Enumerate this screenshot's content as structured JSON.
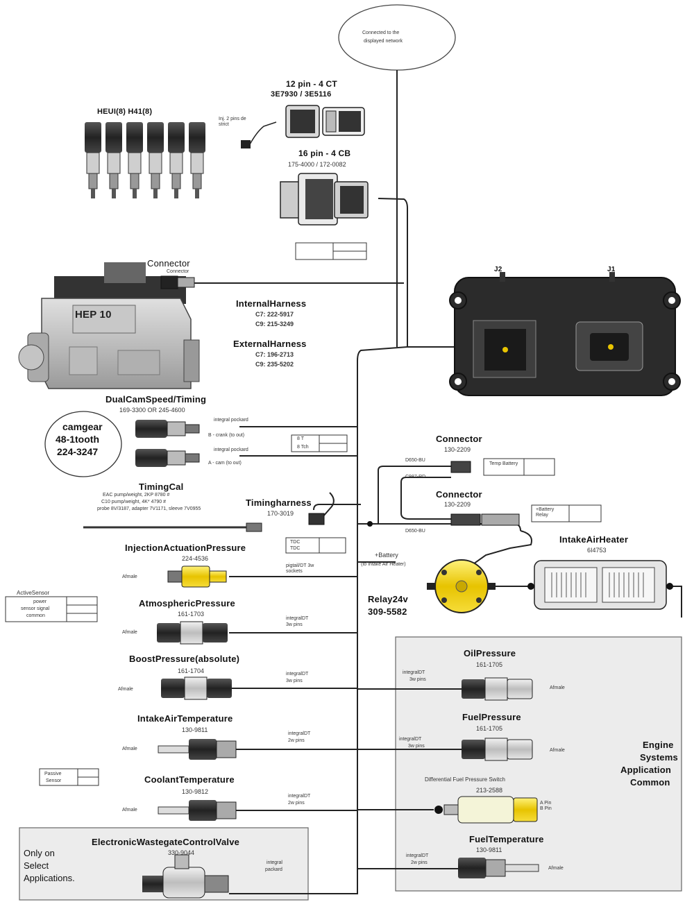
{
  "top_note": {
    "line1": "Connected to the",
    "line2": "displayed network"
  },
  "connectors": {
    "pin12": {
      "title": "12 pin - 4 CT",
      "pn": "3E7930 / 3E5116"
    },
    "pin16": {
      "title": "16 pin - 4 CB",
      "pn": "175-4000 / 172-0082"
    },
    "injectors_label": "HEUI(8) H41(8)",
    "injector_plug_note": "Inj. 2 pins de strict"
  },
  "hep": {
    "title": "HEP 10",
    "connector_label": "Connector",
    "connector_sub": "Connector"
  },
  "harness": {
    "internal_title": "InternalHarness",
    "internal_c7": "C7: 222-5917",
    "internal_c9": "C9: 215-3249",
    "external_title": "ExternalHarness",
    "external_c7": "C7: 196-2713",
    "external_c9": "C9: 235-5202"
  },
  "ecm": {
    "j2": "J2",
    "j1": "J1"
  },
  "dual_cam": {
    "title": "DualCamSpeed/Timing",
    "pn": "169-3300 OR 245-4600",
    "wire1": "integral pockard",
    "wire1b": "B - crank (to out)",
    "wire2": "integral pockard",
    "wire2b": "A - cam (to out)",
    "legend_a": "8 T",
    "legend_b": "8 Tch"
  },
  "camgear": {
    "line1": "camgear",
    "line2": "48-1tooth",
    "line3": "224-3247"
  },
  "timing_cal": {
    "title": "TimingCal",
    "line1": "EAC pump/weight, 2KP 8780 #",
    "line2": "C10 pump/weight, 4K* 4790 #",
    "line3": "probe 8V/3187, adapter 7V1171, sleeve 7V0955"
  },
  "timing_harness": {
    "title": "Timingharness",
    "pn": "170-3019"
  },
  "connector_a": {
    "title": "Connector",
    "pn": "130-2209",
    "w1": "D650-BU",
    "w2": "C987-RD",
    "legend": "Temp Battery"
  },
  "connector_b": {
    "title": "Connector",
    "pn": "130-2209",
    "w1": "D650-BU",
    "legend": "+Battery Relay"
  },
  "iap": {
    "title": "InjectionActuationPressure",
    "pn": "224-4536",
    "left": "Afmale",
    "wire": "pigtail/DT 3w sockets",
    "legend_a": "TDC",
    "legend_b": "TDC"
  },
  "active_sensor": {
    "title": "ActiveSensor",
    "l1": "power",
    "l2": "sensor signal",
    "l3": "common"
  },
  "relay": {
    "battery": "+Battery",
    "battery2": "(to Intake Air Heater)",
    "title": "Relay24v",
    "pn": "309-5582"
  },
  "intake_heater": {
    "title": "IntakeAirHeater",
    "pn": "6I4753"
  },
  "atmos": {
    "title": "AtmosphericPressure",
    "pn": "161-1703",
    "left": "Afmale",
    "wire": "integralDT",
    "wire2": "3w pins"
  },
  "boost": {
    "title": "BoostPressure(absolute)",
    "pn": "161-1704",
    "left": "Afmale",
    "wire": "integralDT",
    "wire2": "3w pins"
  },
  "iat": {
    "title": "IntakeAirTemperature",
    "pn": "130-9811",
    "left": "Afmale",
    "wire": "integralDT",
    "wire2": "2w pins"
  },
  "coolant": {
    "title": "CoolantTemperature",
    "pn": "130-9812",
    "left": "Afmale",
    "wire": "integralDT",
    "wire2": "2w pins"
  },
  "passive_legend": {
    "l1": "Passive",
    "l2": "Sensor"
  },
  "oil": {
    "title": "OilPressure",
    "pn": "161-1705",
    "wire": "integralDT",
    "wire2": "3w pins",
    "right": "Afmale"
  },
  "fuel_p": {
    "title": "FuelPressure",
    "pn": "161-1705",
    "wire": "integralDT",
    "wire2": "3w pins",
    "right": "Afmale"
  },
  "diff_fuel": {
    "title": "Differential Fuel Pressure Switch",
    "pn": "213-2588",
    "side": "A Pin B Pin"
  },
  "fuel_t": {
    "title": "FuelTemperature",
    "pn": "130-9811",
    "wire": "integralDT",
    "wire2": "2w pins",
    "right": "Afmale"
  },
  "engine_box": {
    "l1": "Engine",
    "l2": "Systems",
    "l3": "Application",
    "l4": "Common"
  },
  "wastegate": {
    "title": "ElectronicWastegateControlValve",
    "pn": "330-9044",
    "only1": "Only on",
    "only2": "Select",
    "only3": "Applications.",
    "wire": "integral",
    "wire2": "packard"
  }
}
